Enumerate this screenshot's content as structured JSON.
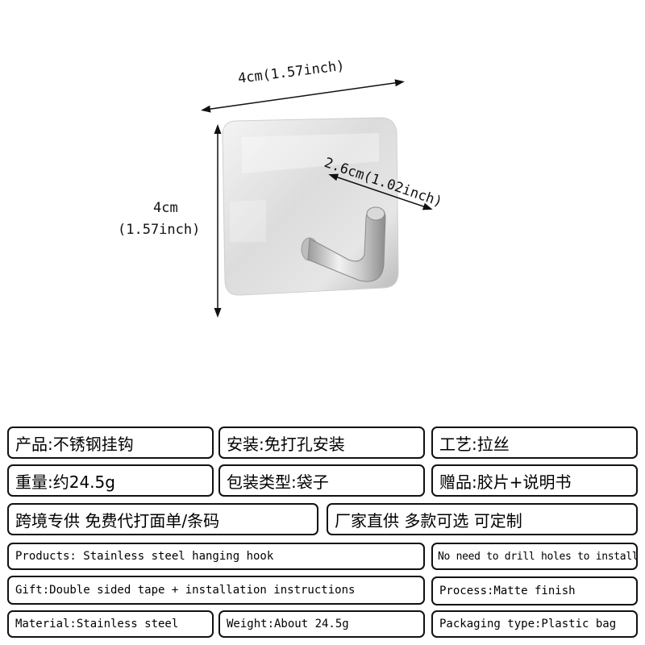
{
  "dimensions": {
    "width_label": "4cm(1.57inch)",
    "height_label_cm": "4cm",
    "height_label_inch": "(1.57inch)",
    "depth_label": "2.6cm(1.02inch)"
  },
  "specs_cn": {
    "product": "产品:不锈钢挂钩",
    "install": "安装:免打孔安装",
    "process": "工艺:拉丝",
    "weight": "重量:约24.5g",
    "packaging": "包装类型:袋子",
    "gift": "赠品:胶片+说明书",
    "export": "跨境专供 免费代打面单/条码",
    "factory": "厂家直供 多款可选 可定制"
  },
  "specs_en": {
    "product": "Products: Stainless steel hanging hook",
    "no_drill": "No need to drill holes to install",
    "gift": "Gift:Double sided tape + installation instructions",
    "process": "Process:Matte finish",
    "material": "Material:Stainless steel",
    "weight": "Weight:About 24.5g",
    "packaging": "Packaging type:Plastic bag"
  },
  "colors": {
    "border": "#111111",
    "steel_light": "#eeeeee",
    "steel_dark": "#a9a9a9"
  }
}
